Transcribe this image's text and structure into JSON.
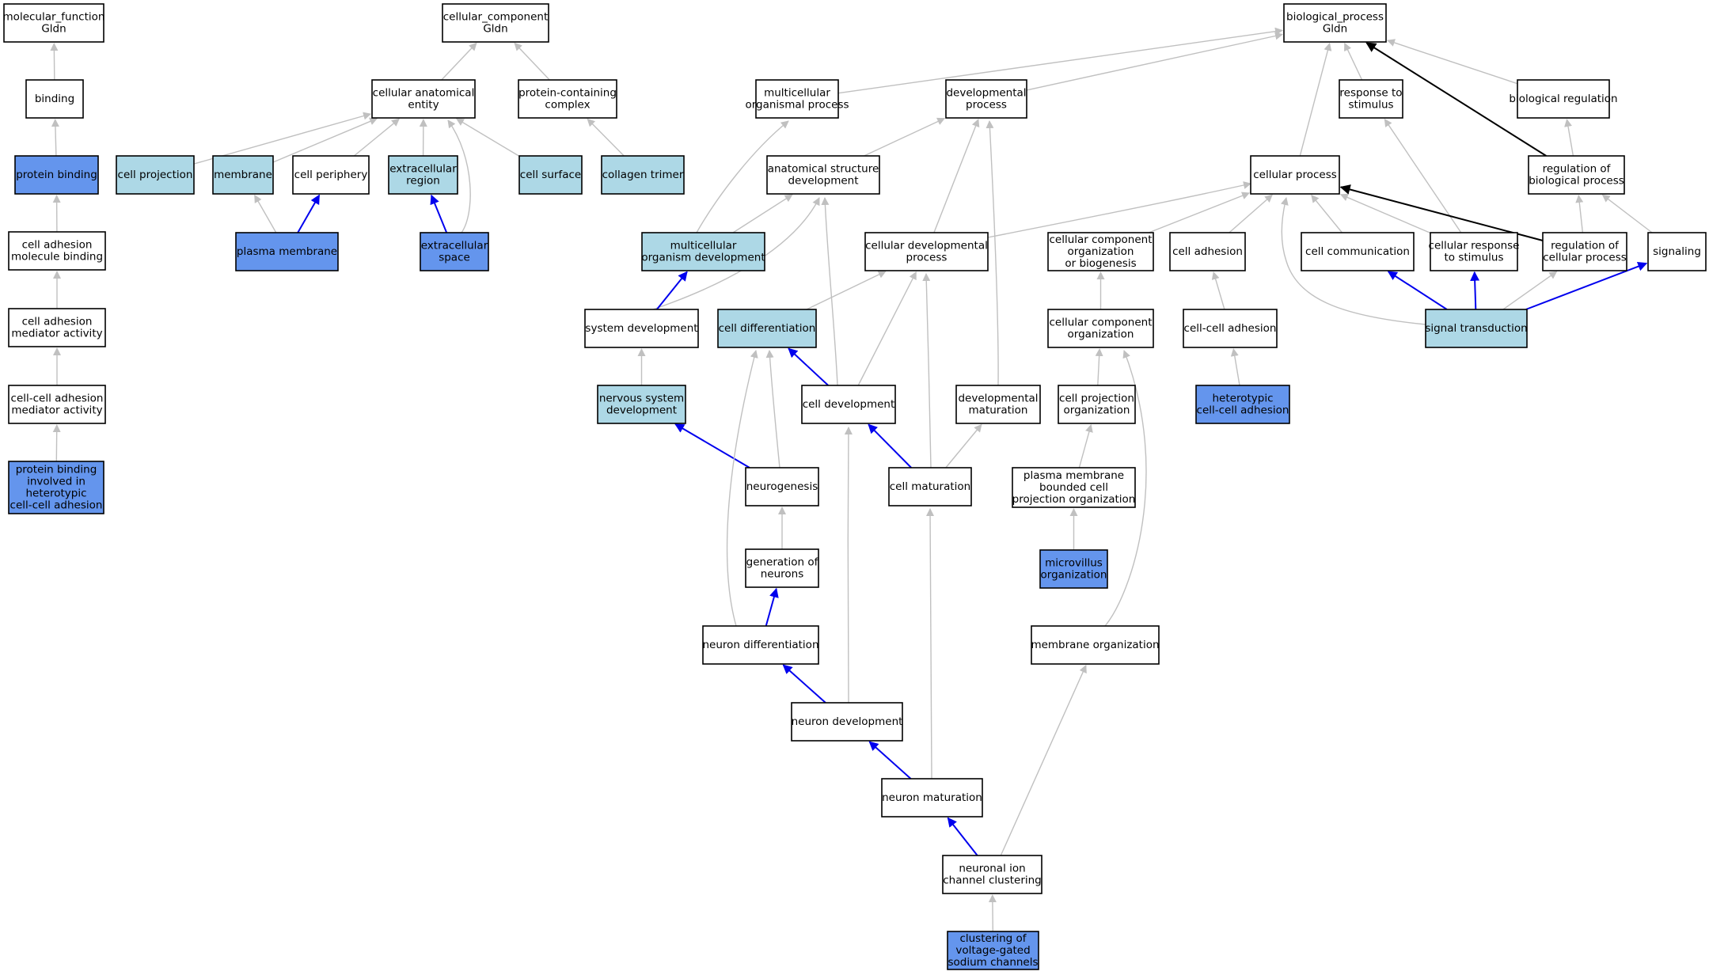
{
  "colors": {
    "plain": "#ffffff",
    "light": "#add8e6",
    "dark": "#6495ed",
    "edge_gray": "#c0c0c0",
    "edge_blue": "#0000ee",
    "edge_black": "#000000"
  },
  "nodes": {
    "mf": {
      "lines": [
        "molecular_function",
        "Gldn"
      ],
      "fill": "plain"
    },
    "binding": {
      "lines": [
        "binding"
      ],
      "fill": "plain"
    },
    "pbind": {
      "lines": [
        "protein binding"
      ],
      "fill": "dark"
    },
    "camb": {
      "lines": [
        "cell adhesion",
        "molecule binding"
      ],
      "fill": "plain"
    },
    "cama": {
      "lines": [
        "cell adhesion",
        "mediator activity"
      ],
      "fill": "plain"
    },
    "ccama": {
      "lines": [
        "cell-cell adhesion",
        "mediator activity"
      ],
      "fill": "plain"
    },
    "pbhet": {
      "lines": [
        "protein binding",
        "involved in",
        "heterotypic",
        "cell-cell adhesion"
      ],
      "fill": "dark"
    },
    "cc": {
      "lines": [
        "cellular_component",
        "Gldn"
      ],
      "fill": "plain"
    },
    "cae": {
      "lines": [
        "cellular anatomical",
        "entity"
      ],
      "fill": "plain"
    },
    "pcc": {
      "lines": [
        "protein-containing",
        "complex"
      ],
      "fill": "plain"
    },
    "cproj": {
      "lines": [
        "cell projection"
      ],
      "fill": "light"
    },
    "membrane": {
      "lines": [
        "membrane"
      ],
      "fill": "light"
    },
    "cperiph": {
      "lines": [
        "cell periphery"
      ],
      "fill": "plain"
    },
    "ecr": {
      "lines": [
        "extracellular",
        "region"
      ],
      "fill": "light"
    },
    "csurf": {
      "lines": [
        "cell surface"
      ],
      "fill": "light"
    },
    "coll": {
      "lines": [
        "collagen trimer"
      ],
      "fill": "light"
    },
    "pmem": {
      "lines": [
        "plasma membrane"
      ],
      "fill": "dark"
    },
    "ecs": {
      "lines": [
        "extracellular",
        "space"
      ],
      "fill": "dark"
    },
    "bp": {
      "lines": [
        "biological_process",
        "Gldn"
      ],
      "fill": "plain"
    },
    "mop": {
      "lines": [
        "multicellular",
        "organismal process"
      ],
      "fill": "plain"
    },
    "devp": {
      "lines": [
        "developmental",
        "process"
      ],
      "fill": "plain"
    },
    "rts": {
      "lines": [
        "response to",
        "stimulus"
      ],
      "fill": "plain"
    },
    "breg": {
      "lines": [
        "biological regulation"
      ],
      "fill": "plain"
    },
    "asd": {
      "lines": [
        "anatomical structure",
        "development"
      ],
      "fill": "plain"
    },
    "cellp": {
      "lines": [
        "cellular process"
      ],
      "fill": "plain"
    },
    "rbp": {
      "lines": [
        "regulation of",
        "biological process"
      ],
      "fill": "plain"
    },
    "mod": {
      "lines": [
        "multicellular",
        "organism development"
      ],
      "fill": "light"
    },
    "cdp": {
      "lines": [
        "cellular developmental",
        "process"
      ],
      "fill": "plain"
    },
    "ccob": {
      "lines": [
        "cellular component",
        "organization",
        "or biogenesis"
      ],
      "fill": "plain"
    },
    "cadh": {
      "lines": [
        "cell adhesion"
      ],
      "fill": "plain"
    },
    "ccomm": {
      "lines": [
        "cell communication"
      ],
      "fill": "plain"
    },
    "crts": {
      "lines": [
        "cellular response",
        "to stimulus"
      ],
      "fill": "plain"
    },
    "rcp": {
      "lines": [
        "regulation of",
        "cellular process"
      ],
      "fill": "plain"
    },
    "sig": {
      "lines": [
        "signaling"
      ],
      "fill": "plain"
    },
    "sysdev": {
      "lines": [
        "system development"
      ],
      "fill": "plain"
    },
    "cdiff": {
      "lines": [
        "cell differentiation"
      ],
      "fill": "light"
    },
    "cco": {
      "lines": [
        "cellular component",
        "organization"
      ],
      "fill": "plain"
    },
    "ccadh": {
      "lines": [
        "cell-cell adhesion"
      ],
      "fill": "plain"
    },
    "st": {
      "lines": [
        "signal transduction"
      ],
      "fill": "light"
    },
    "nsd": {
      "lines": [
        "nervous system",
        "development"
      ],
      "fill": "light"
    },
    "celldev": {
      "lines": [
        "cell development"
      ],
      "fill": "plain"
    },
    "devmat": {
      "lines": [
        "developmental",
        "maturation"
      ],
      "fill": "plain"
    },
    "cpo": {
      "lines": [
        "cell projection",
        "organization"
      ],
      "fill": "plain"
    },
    "hetcca": {
      "lines": [
        "heterotypic",
        "cell-cell adhesion"
      ],
      "fill": "dark"
    },
    "neurog": {
      "lines": [
        "neurogenesis"
      ],
      "fill": "plain"
    },
    "cmat": {
      "lines": [
        "cell maturation"
      ],
      "fill": "plain"
    },
    "pmbcpo": {
      "lines": [
        "plasma membrane",
        "bounded cell",
        "projection organization"
      ],
      "fill": "plain"
    },
    "genneu": {
      "lines": [
        "generation of",
        "neurons"
      ],
      "fill": "plain"
    },
    "mvo": {
      "lines": [
        "microvillus",
        "organization"
      ],
      "fill": "dark"
    },
    "ndiff": {
      "lines": [
        "neuron differentiation"
      ],
      "fill": "plain"
    },
    "memo": {
      "lines": [
        "membrane organization"
      ],
      "fill": "plain"
    },
    "ndev": {
      "lines": [
        "neuron development"
      ],
      "fill": "plain"
    },
    "nmat": {
      "lines": [
        "neuron maturation"
      ],
      "fill": "plain"
    },
    "nicc": {
      "lines": [
        "neuronal ion",
        "channel clustering"
      ],
      "fill": "plain"
    },
    "cvgsc": {
      "lines": [
        "clustering of",
        "voltage-gated",
        "sodium channels"
      ],
      "fill": "dark"
    }
  },
  "edges": [
    [
      "binding",
      "mf",
      "gray"
    ],
    [
      "pbind",
      "binding",
      "gray"
    ],
    [
      "camb",
      "pbind",
      "gray"
    ],
    [
      "cama",
      "camb",
      "gray"
    ],
    [
      "ccama",
      "cama",
      "gray"
    ],
    [
      "pbhet",
      "ccama",
      "gray"
    ],
    [
      "cae",
      "cc",
      "gray"
    ],
    [
      "pcc",
      "cc",
      "gray"
    ],
    [
      "cproj",
      "cae",
      "gray"
    ],
    [
      "membrane",
      "cae",
      "gray"
    ],
    [
      "cperiph",
      "cae",
      "gray"
    ],
    [
      "ecr",
      "cae",
      "gray"
    ],
    [
      "csurf",
      "cae",
      "gray"
    ],
    [
      "ecs",
      "cae",
      "gray"
    ],
    [
      "coll",
      "pcc",
      "gray"
    ],
    [
      "pmem",
      "membrane",
      "gray"
    ],
    [
      "pmem",
      "cperiph",
      "blue"
    ],
    [
      "ecs",
      "ecr",
      "blue"
    ],
    [
      "mop",
      "bp",
      "gray"
    ],
    [
      "devp",
      "bp",
      "gray"
    ],
    [
      "rts",
      "bp",
      "gray"
    ],
    [
      "breg",
      "bp",
      "gray"
    ],
    [
      "cellp",
      "bp",
      "gray"
    ],
    [
      "rbp",
      "bp",
      "black"
    ],
    [
      "asd",
      "devp",
      "gray"
    ],
    [
      "rbp",
      "breg",
      "gray"
    ],
    [
      "mod",
      "mop",
      "gray"
    ],
    [
      "mod",
      "asd",
      "gray"
    ],
    [
      "sysdev",
      "asd",
      "gray"
    ],
    [
      "sysdev",
      "mod",
      "blue"
    ],
    [
      "cdp",
      "devp",
      "gray"
    ],
    [
      "cdp",
      "cellp",
      "gray"
    ],
    [
      "ccob",
      "cellp",
      "gray"
    ],
    [
      "cadh",
      "cellp",
      "gray"
    ],
    [
      "ccomm",
      "cellp",
      "gray"
    ],
    [
      "crts",
      "cellp",
      "gray"
    ],
    [
      "crts",
      "rts",
      "gray"
    ],
    [
      "rcp",
      "cellp",
      "black"
    ],
    [
      "rcp",
      "rbp",
      "gray"
    ],
    [
      "sig",
      "rbp",
      "gray"
    ],
    [
      "cdiff",
      "cdp",
      "gray"
    ],
    [
      "cco",
      "ccob",
      "gray"
    ],
    [
      "ccadh",
      "cadh",
      "gray"
    ],
    [
      "st",
      "cellp",
      "gray"
    ],
    [
      "st",
      "ccomm",
      "blue"
    ],
    [
      "st",
      "crts",
      "blue"
    ],
    [
      "st",
      "rcp",
      "gray"
    ],
    [
      "st",
      "sig",
      "blue"
    ],
    [
      "nsd",
      "sysdev",
      "gray"
    ],
    [
      "celldev",
      "cdiff",
      "blue"
    ],
    [
      "celldev",
      "cdp",
      "gray"
    ],
    [
      "celldev",
      "asd",
      "gray"
    ],
    [
      "devmat",
      "devp",
      "gray"
    ],
    [
      "cpo",
      "cco",
      "gray"
    ],
    [
      "hetcca",
      "ccadh",
      "gray"
    ],
    [
      "neurog",
      "nsd",
      "blue"
    ],
    [
      "neurog",
      "cdiff",
      "gray"
    ],
    [
      "cmat",
      "celldev",
      "blue"
    ],
    [
      "cmat",
      "devmat",
      "gray"
    ],
    [
      "cmat",
      "cdp",
      "gray"
    ],
    [
      "pmbcpo",
      "cpo",
      "gray"
    ],
    [
      "genneu",
      "neurog",
      "gray"
    ],
    [
      "mvo",
      "pmbcpo",
      "gray"
    ],
    [
      "ndiff",
      "genneu",
      "blue"
    ],
    [
      "ndiff",
      "cdiff",
      "gray"
    ],
    [
      "memo",
      "cco",
      "gray"
    ],
    [
      "ndev",
      "ndiff",
      "blue"
    ],
    [
      "ndev",
      "celldev",
      "gray"
    ],
    [
      "nmat",
      "ndev",
      "blue"
    ],
    [
      "nmat",
      "cmat",
      "gray"
    ],
    [
      "nicc",
      "nmat",
      "blue"
    ],
    [
      "nicc",
      "memo",
      "gray"
    ],
    [
      "cvgsc",
      "nicc",
      "gray"
    ]
  ]
}
